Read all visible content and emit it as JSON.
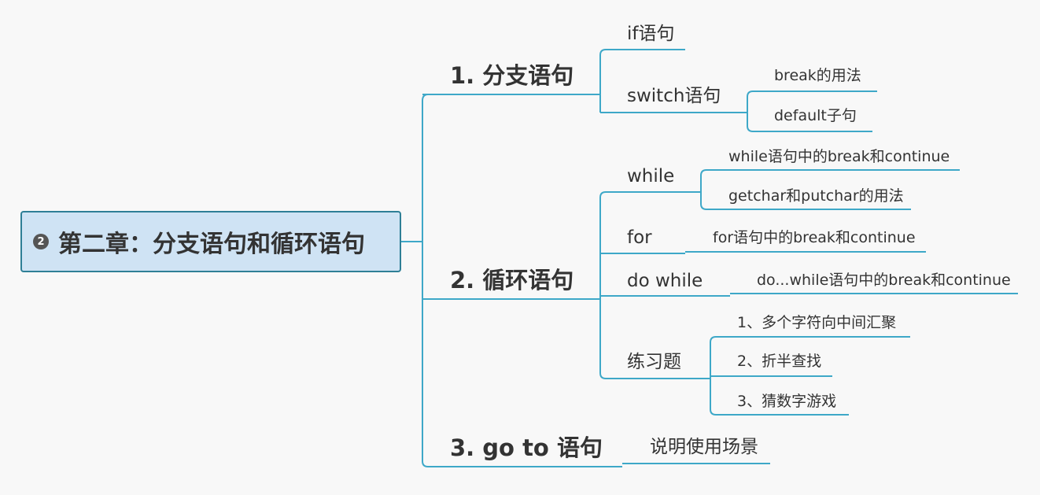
{
  "root": {
    "badge": "2",
    "title": "第二章：分支语句和循环语句"
  },
  "branches": [
    {
      "title": "1. 分支语句",
      "children": [
        {
          "label": "if语句"
        },
        {
          "label": "switch语句",
          "children": [
            "break的用法",
            "default子句"
          ]
        }
      ]
    },
    {
      "title": "2. 循环语句",
      "children": [
        {
          "label": "while",
          "children": [
            "while语句中的break和continue",
            "getchar和putchar的用法"
          ]
        },
        {
          "label": "for",
          "children": [
            "for语句中的break和continue"
          ]
        },
        {
          "label": "do while",
          "children": [
            "do...while语句中的break和continue"
          ]
        },
        {
          "label": "练习题",
          "children": [
            "1、多个字符向中间汇聚",
            "2、折半查找",
            "3、猜数字游戏"
          ]
        }
      ]
    },
    {
      "title": "3. go to 语句",
      "children": [
        {
          "label": "说明使用场景"
        }
      ]
    }
  ],
  "colors": {
    "connector": "#3ea8c8",
    "root_fill": "#cfe3f4",
    "root_border": "#2e7f96",
    "text": "#333333",
    "background": "#f8f8f8"
  }
}
